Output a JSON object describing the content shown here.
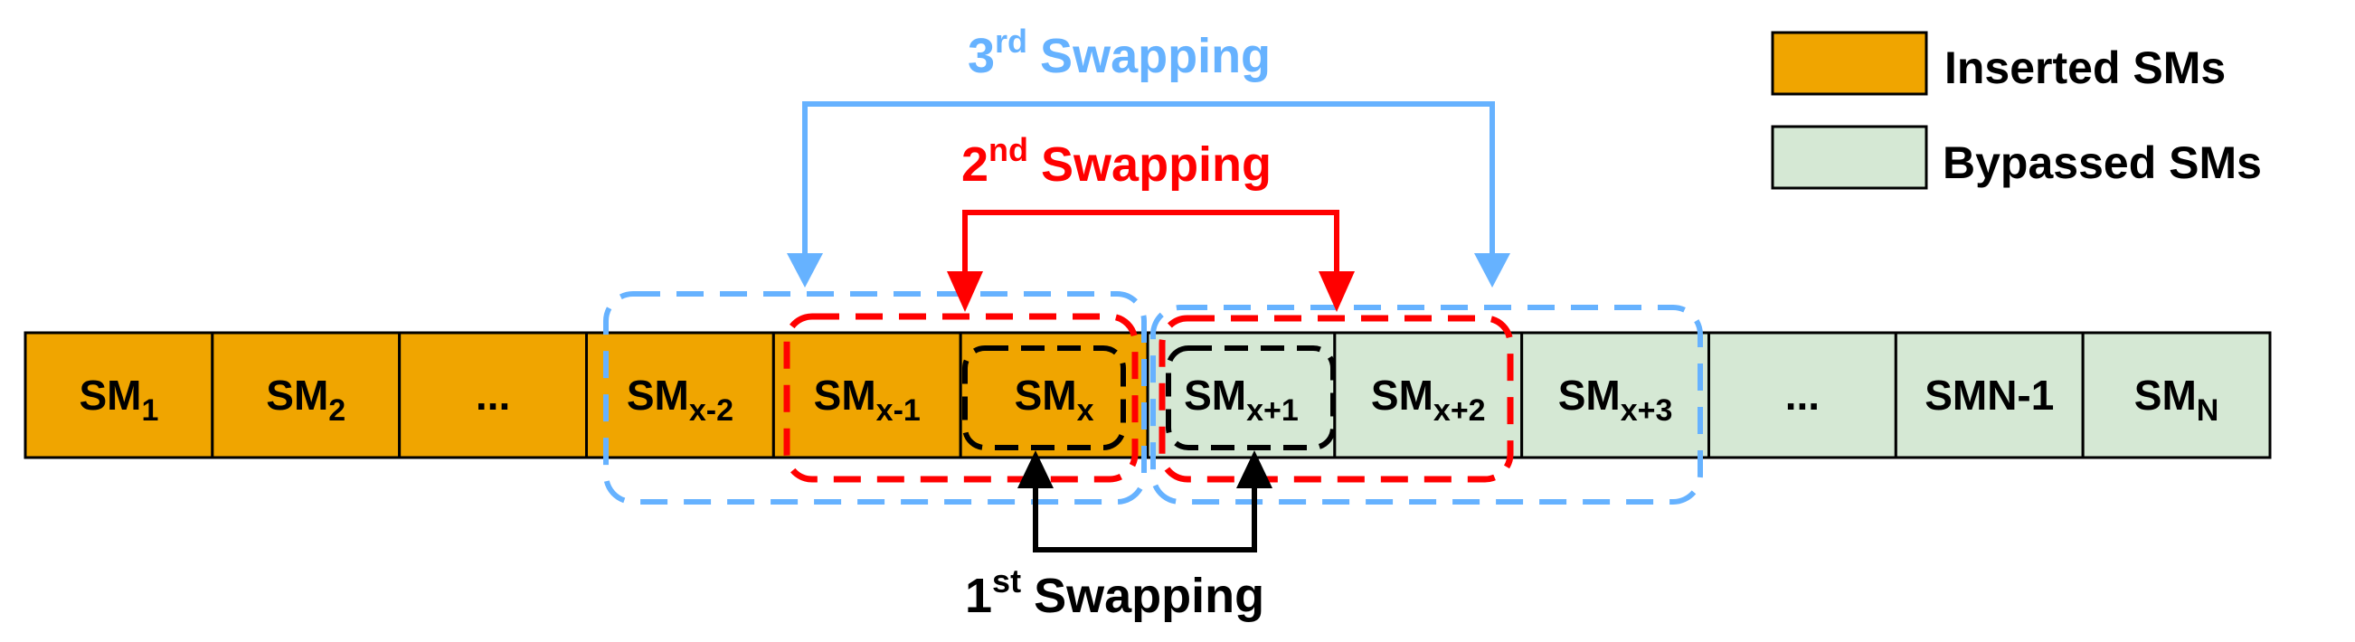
{
  "legend": {
    "inserted": {
      "label": "Inserted SMs",
      "color": "#f0a500"
    },
    "bypassed": {
      "label": "Bypassed SMs",
      "color": "#d5e8d4"
    }
  },
  "modules": [
    {
      "base": "SM",
      "sub": "1",
      "state": "inserted"
    },
    {
      "base": "SM",
      "sub": "2",
      "state": "inserted"
    },
    {
      "base": "...",
      "sub": "",
      "state": "inserted"
    },
    {
      "base": "SM",
      "sub": "x-2",
      "state": "inserted"
    },
    {
      "base": "SM",
      "sub": "x-1",
      "state": "inserted"
    },
    {
      "base": "SM",
      "sub": "x",
      "state": "inserted"
    },
    {
      "base": "SM",
      "sub": "x+1",
      "state": "bypassed"
    },
    {
      "base": "SM",
      "sub": "x+2",
      "state": "bypassed"
    },
    {
      "base": "SM",
      "sub": "x+3",
      "state": "bypassed"
    },
    {
      "base": "...",
      "sub": "",
      "state": "bypassed"
    },
    {
      "base": "SMN-1",
      "sub": "",
      "state": "bypassed"
    },
    {
      "base": "SM",
      "sub": "N",
      "state": "bypassed"
    }
  ],
  "swaps": [
    {
      "num": "1",
      "sup": "st",
      "word": "Swapping",
      "color": "#000000",
      "between": [
        "SMx",
        "SMx+1"
      ]
    },
    {
      "num": "2",
      "sup": "nd",
      "word": "Swapping",
      "color": "#ff0000",
      "between": [
        "SMx-1",
        "SMx+2"
      ]
    },
    {
      "num": "3",
      "sup": "rd",
      "word": "Swapping",
      "color": "#66b2ff",
      "between": [
        "SMx-2",
        "SMx+3"
      ]
    }
  ]
}
